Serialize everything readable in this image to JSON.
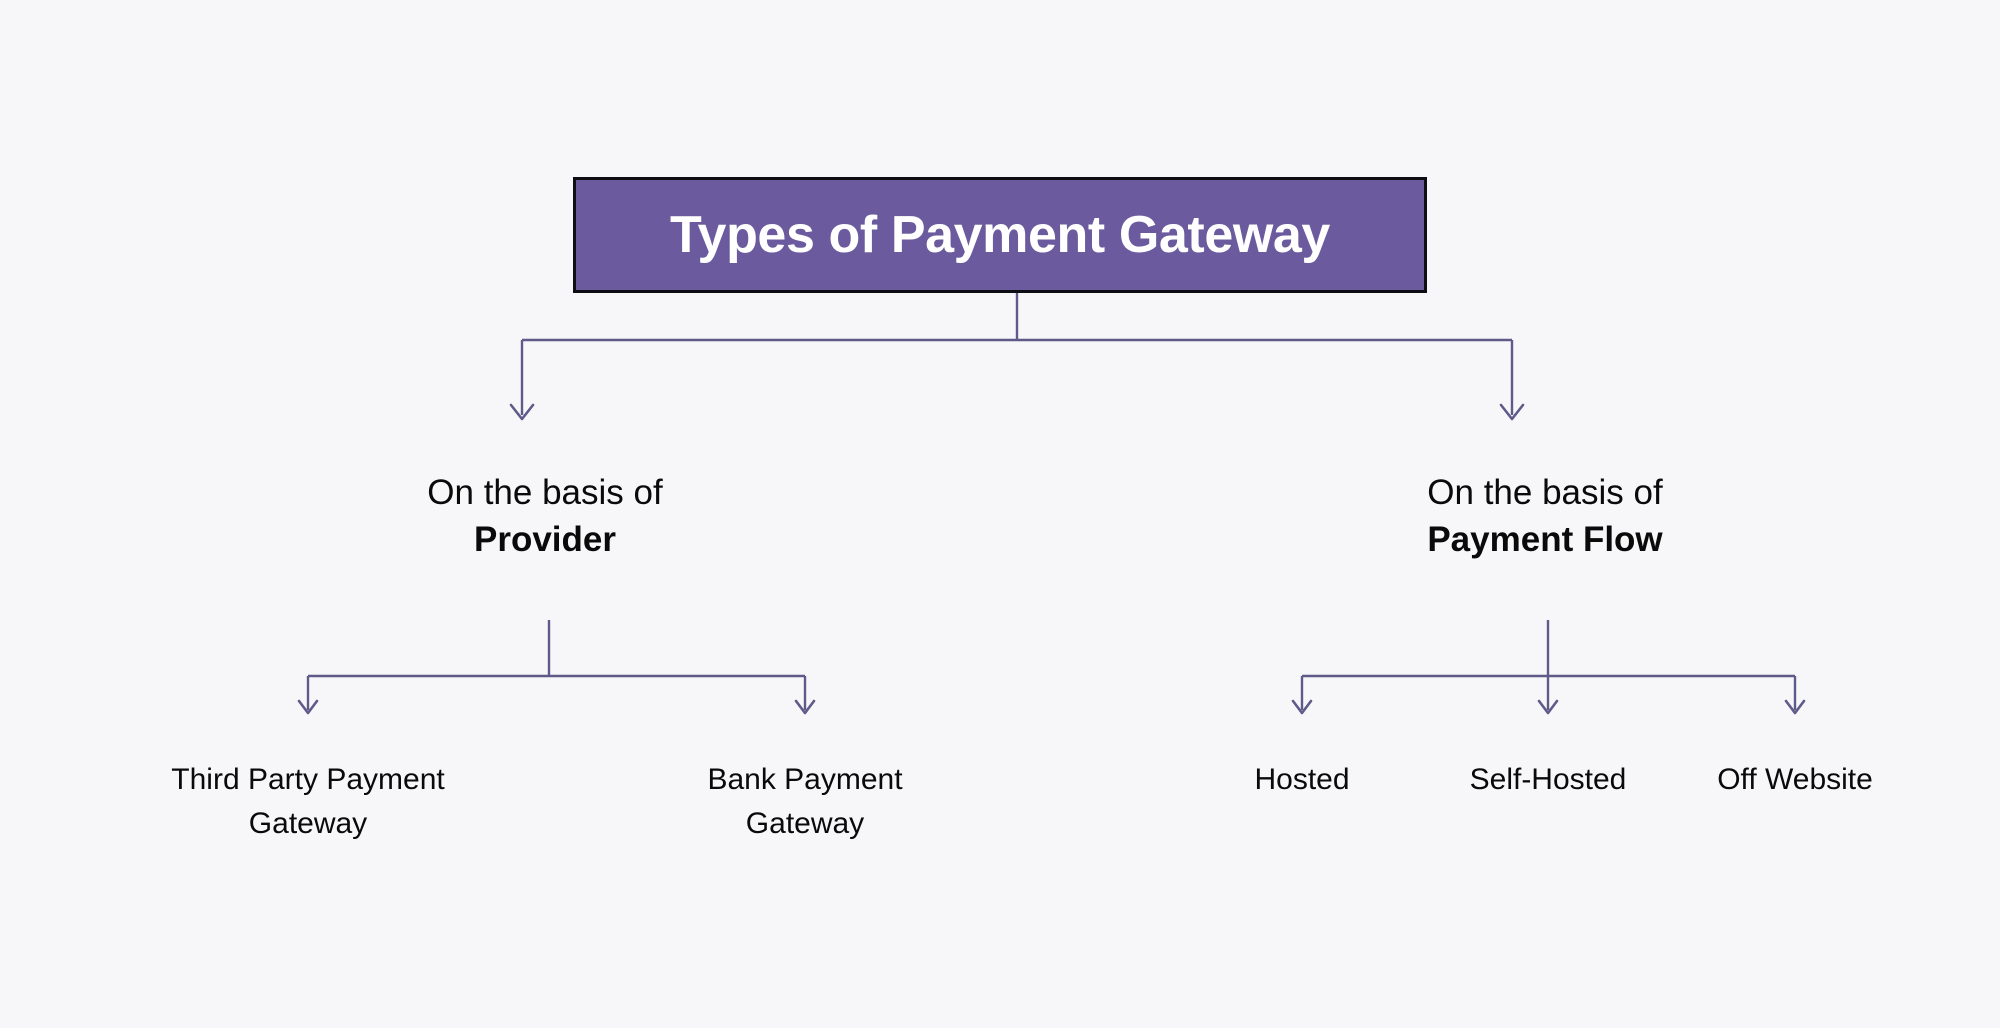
{
  "diagram": {
    "background_color": "#f7f7f9",
    "title_box": {
      "label": "Types of Payment Gateway",
      "fill_color": "#6b5a9e",
      "border_color": "#0d0d14",
      "text_color": "#ffffff"
    },
    "connector_color": "#5f5a8a",
    "branches": [
      {
        "caption_line_1": "On the basis of",
        "caption_line_2": "Provider",
        "children": [
          {
            "line_1": "Third Party Payment",
            "line_2": "Gateway"
          },
          {
            "line_1": "Bank Payment",
            "line_2": "Gateway"
          }
        ]
      },
      {
        "caption_line_1": "On the basis of",
        "caption_line_2": "Payment Flow",
        "children": [
          {
            "line_1": "Hosted",
            "line_2": ""
          },
          {
            "line_1": "Self-Hosted",
            "line_2": ""
          },
          {
            "line_1": "Off Website",
            "line_2": ""
          }
        ]
      }
    ]
  }
}
